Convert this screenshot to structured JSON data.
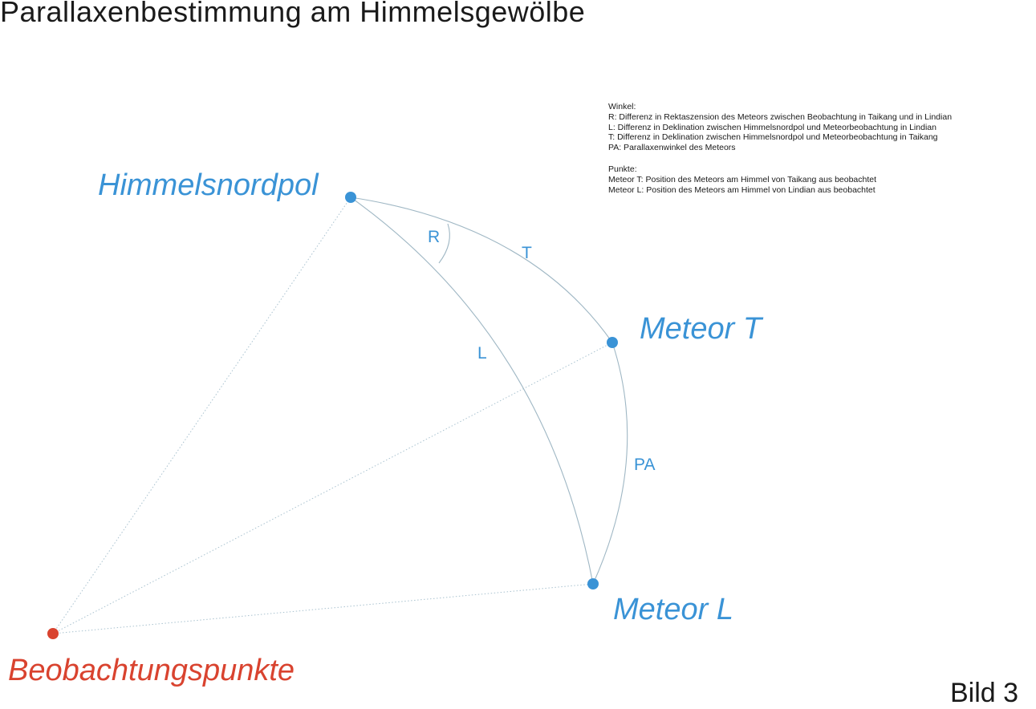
{
  "title": "Parallaxenbestimmung am Himmelsgewölbe",
  "legend": {
    "angles_heading": "Winkel:",
    "angles": [
      "R: Differenz in Rektaszension des Meteors zwischen Beobachtung in Taikang und in Lindian",
      "L: Differenz in Deklination zwischen Himmelsnordpol und Meteorbeobachtung in Lindian",
      "T: Differenz in Deklination zwischen Himmelsnordpol und Meteorbeobachtung in Taikang",
      "PA: Parallaxenwinkel des Meteors"
    ],
    "points_heading": "Punkte:",
    "points": [
      "Meteor T: Position des Meteors am Himmel von Taikang aus beobachtet",
      "Meteor L: Position des Meteors am Himmel von Lindian aus beobachtet"
    ]
  },
  "labels": {
    "pole": "Himmelsnordpol",
    "meteor_t": "Meteor T",
    "meteor_l": "Meteor L",
    "observer": "Beobachtungspunkte"
  },
  "arc_labels": {
    "r": "R",
    "t": "T",
    "l": "L",
    "pa": "PA"
  },
  "figure_number": "Bild 3",
  "colors": {
    "blue": "#3a93d6",
    "red": "#d9432f",
    "line": "#9fb7c4",
    "text": "#1a1a1a"
  }
}
